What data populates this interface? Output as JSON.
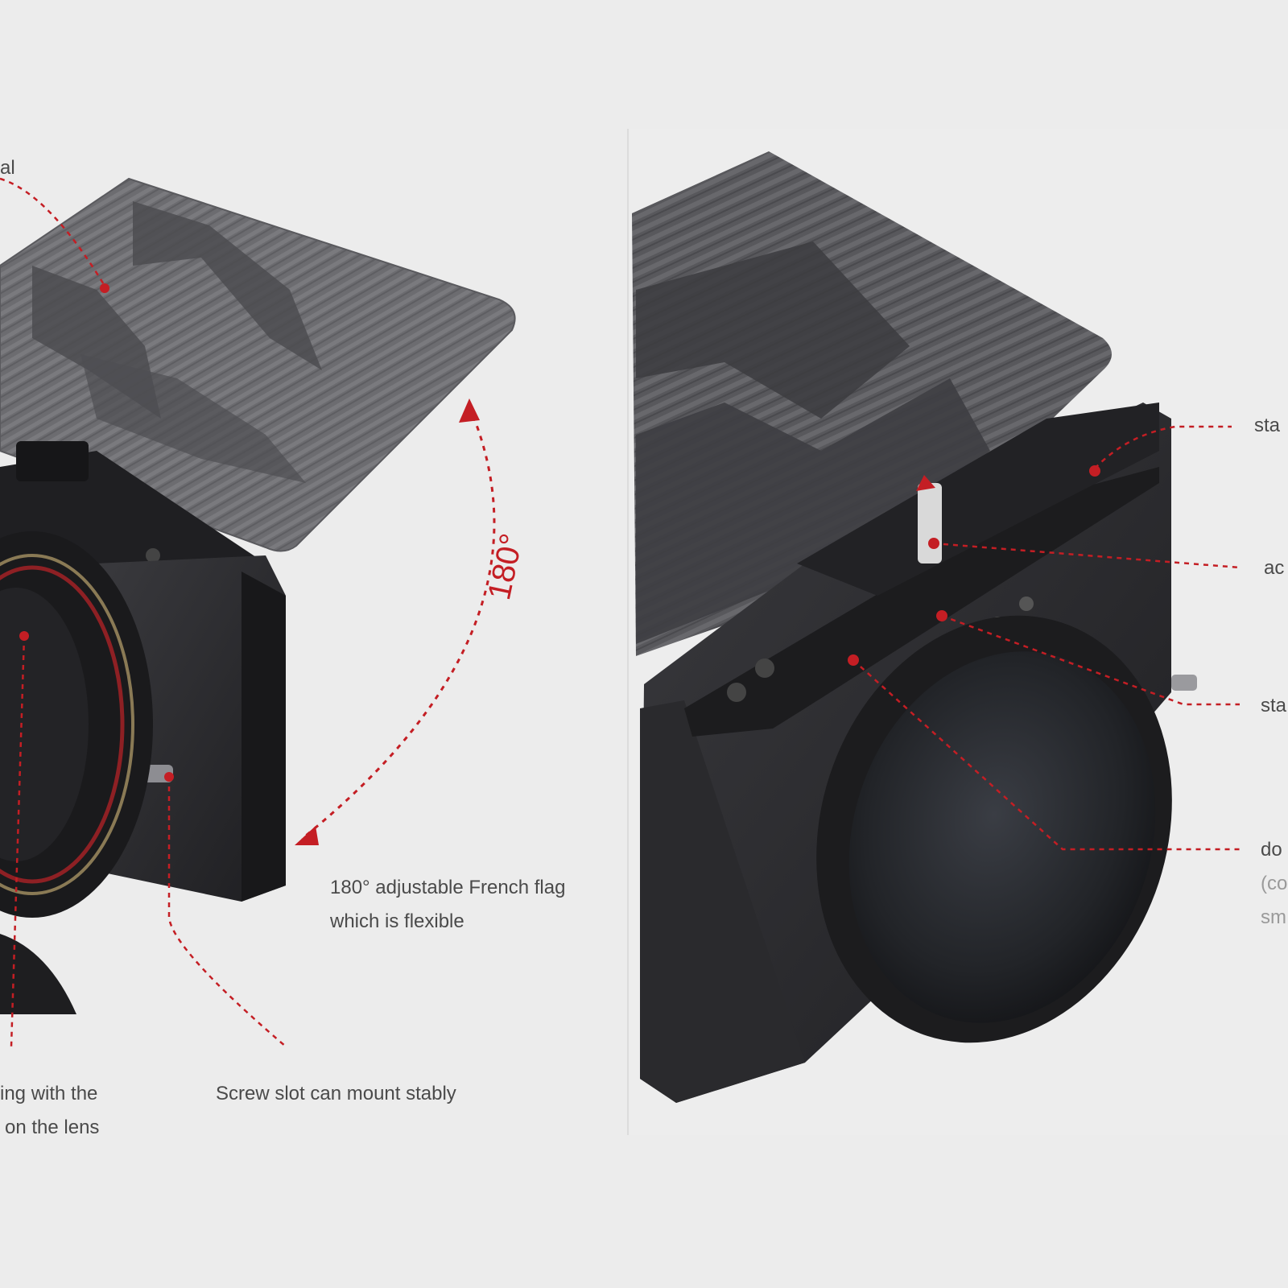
{
  "colors": {
    "background": "#ececec",
    "accent": "#c41e24",
    "label_text": "#4a4a4a",
    "label_subtext": "#9a9a9a",
    "product_body": "#2a2a2c",
    "flag_panel": "#6a6a6e"
  },
  "left_panel": {
    "label_top_fragment": "al",
    "angle_label": "180°",
    "flag_label": [
      "180° adjustable French flag",
      "which is flexible"
    ],
    "screw_label": "Screw slot can mount stably",
    "bottom_left_label": [
      "ing with the",
      "on the lens"
    ]
  },
  "right_panel": {
    "label_1": "sta",
    "label_2": "ac",
    "label_3": "sta",
    "label_4": "do",
    "label_4_sub": [
      "(co",
      "sm"
    ]
  }
}
